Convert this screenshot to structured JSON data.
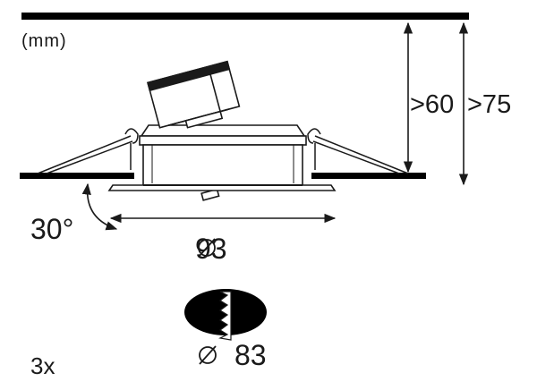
{
  "unit_label": "(mm)",
  "depth_min": ">60",
  "depth_total": ">75",
  "tilt_angle": "30°",
  "outer_diameter": "93",
  "cutout_diameter": "83",
  "quantity": "3x",
  "colors": {
    "line": "#1a1a1a",
    "fill": "#000000",
    "background": "#ffffff"
  },
  "icons": {
    "diameter": "diameter-symbol-icon",
    "saw": "hole-saw-icon"
  }
}
